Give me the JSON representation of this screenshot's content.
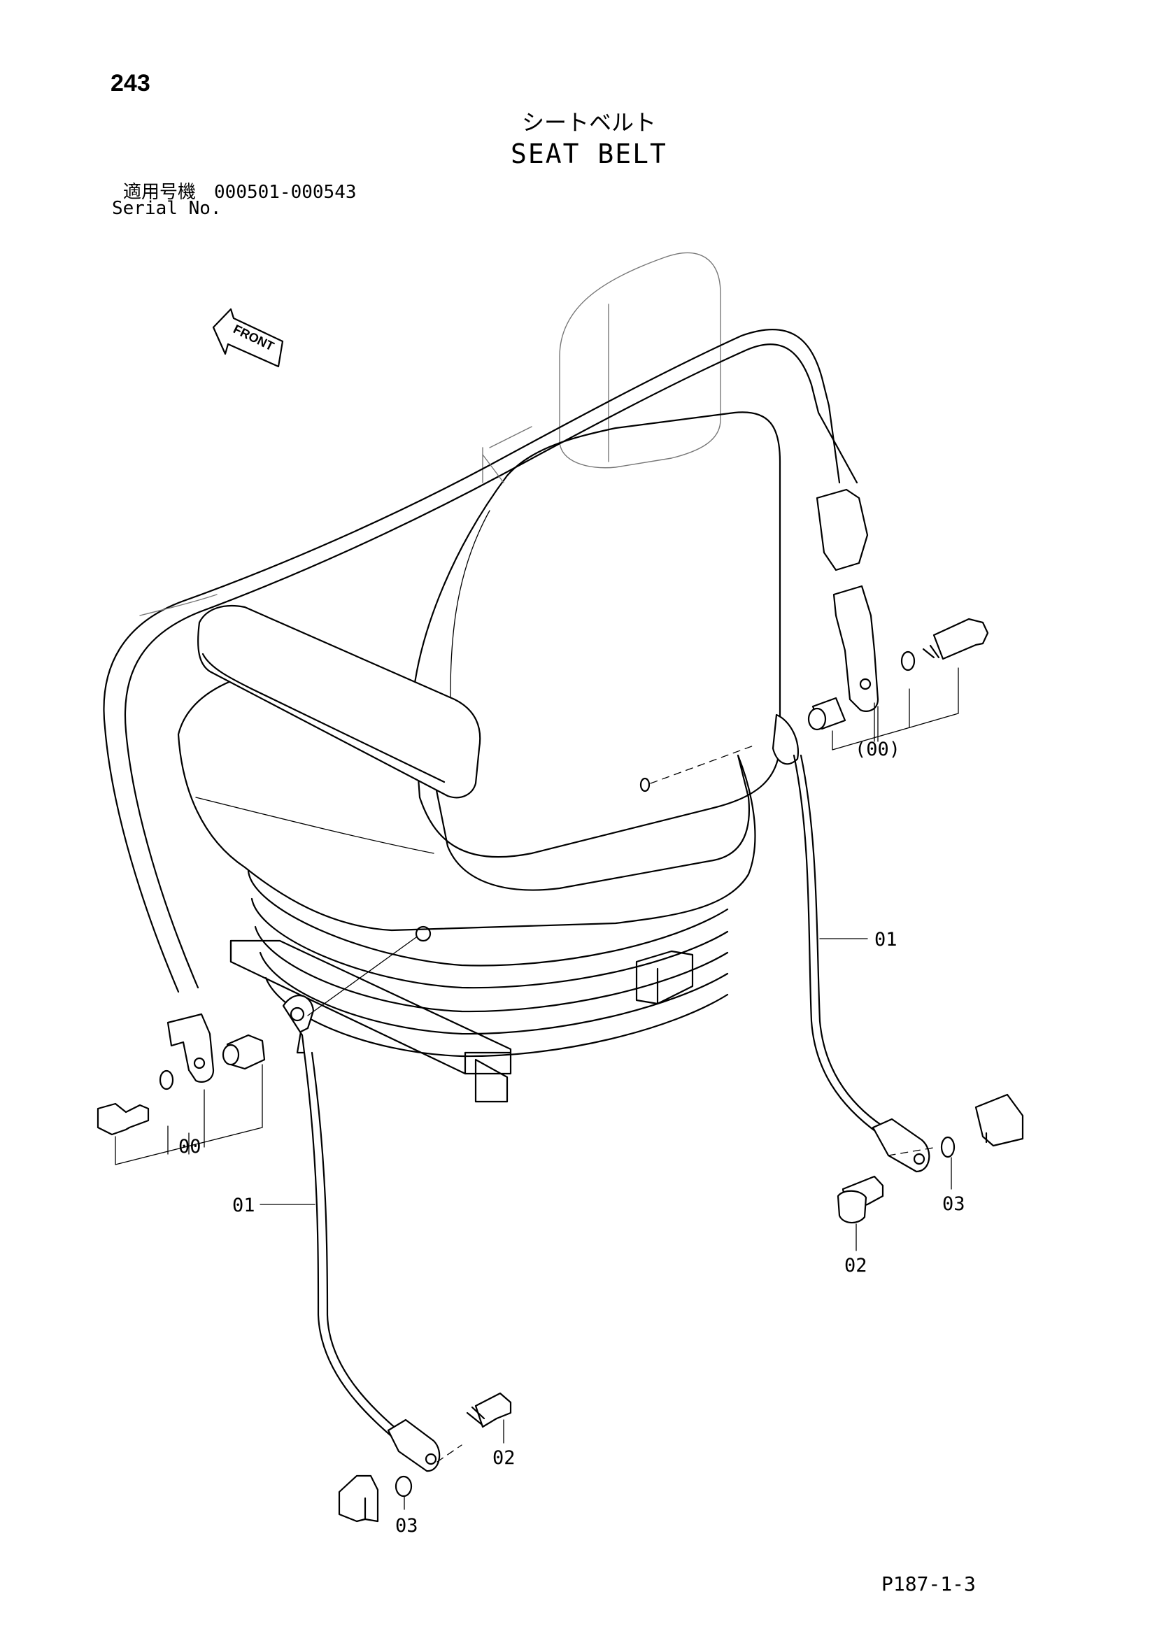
{
  "header": {
    "page_number": "243",
    "title_jp": "シートベルト",
    "title_en": "SEAT BELT",
    "serial_label_jp": "適用号機",
    "serial_range": "000501-000543",
    "serial_label_en": "Serial No."
  },
  "diagram": {
    "front_indicator": "FRONT",
    "callouts": {
      "left_belt_assembly": "00",
      "right_belt_assembly": "(00)",
      "left_ground_cable": "01",
      "right_ground_cable": "01",
      "left_bolt": "02",
      "right_bolt": "02",
      "left_washer_bracket": "03",
      "right_washer_bracket": "03"
    }
  },
  "footer": {
    "drawing_number": "P187-1-3"
  }
}
